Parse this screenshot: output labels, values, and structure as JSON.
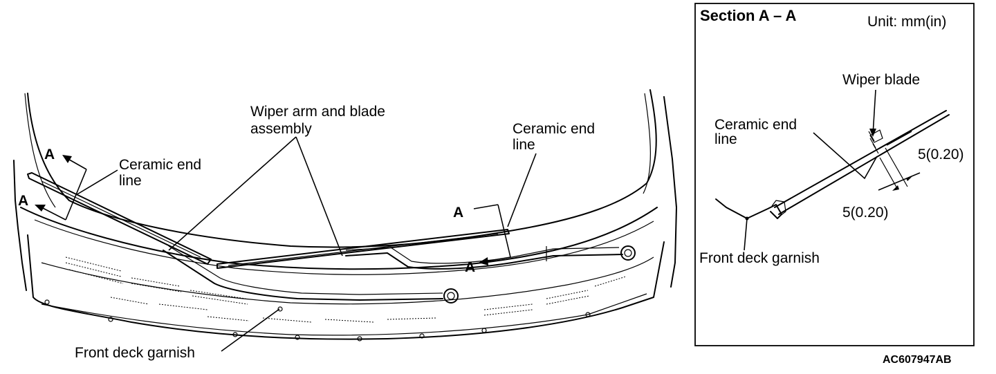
{
  "main_view": {
    "labels": {
      "wiper_arm_line1": "Wiper arm and blade",
      "wiper_arm_line2": "assembly",
      "ceramic_left_line1": "Ceramic end",
      "ceramic_left_line2": "line",
      "ceramic_right_line1": "Ceramic end",
      "ceramic_right_line2": "line",
      "front_deck_garnish": "Front deck garnish",
      "section_mark_a1": "A",
      "section_mark_a2": "A",
      "section_mark_a3": "A",
      "section_mark_a4": "A"
    }
  },
  "section_view": {
    "title": "Section A – A",
    "unit": "Unit: mm(in)",
    "wiper_blade": "Wiper blade",
    "ceramic_line1": "Ceramic end",
    "ceramic_line2": "line",
    "dim_upper": "5(0.20)",
    "dim_lower": "5(0.20)",
    "front_deck_garnish": "Front deck garnish"
  },
  "figure_code": "AC607947AB"
}
